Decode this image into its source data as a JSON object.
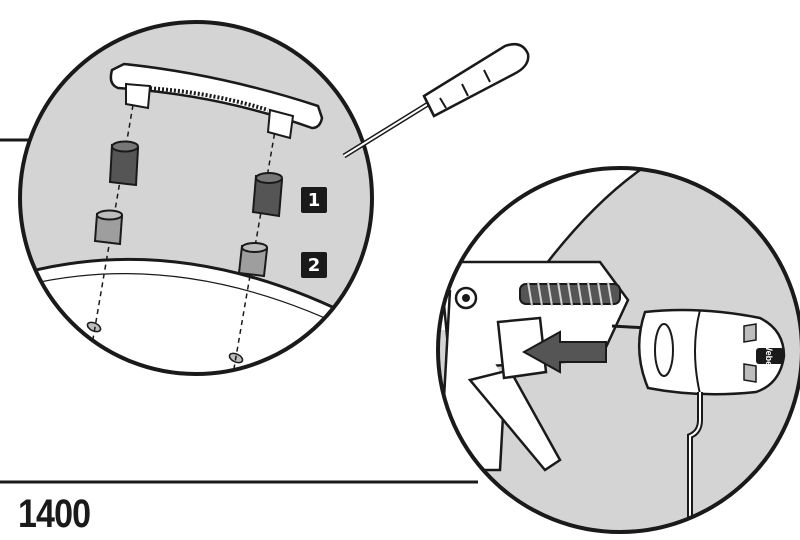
{
  "steps": {
    "step_1": "1",
    "step_2": "2"
  },
  "model": {
    "label": "1400"
  },
  "product": {
    "brand": "Weber"
  },
  "colors": {
    "background": "#ffffff",
    "panel": "#d4d4d4",
    "ink": "#1a1a1a",
    "part_dark": "#555555",
    "part_light": "#bdbdbd"
  }
}
